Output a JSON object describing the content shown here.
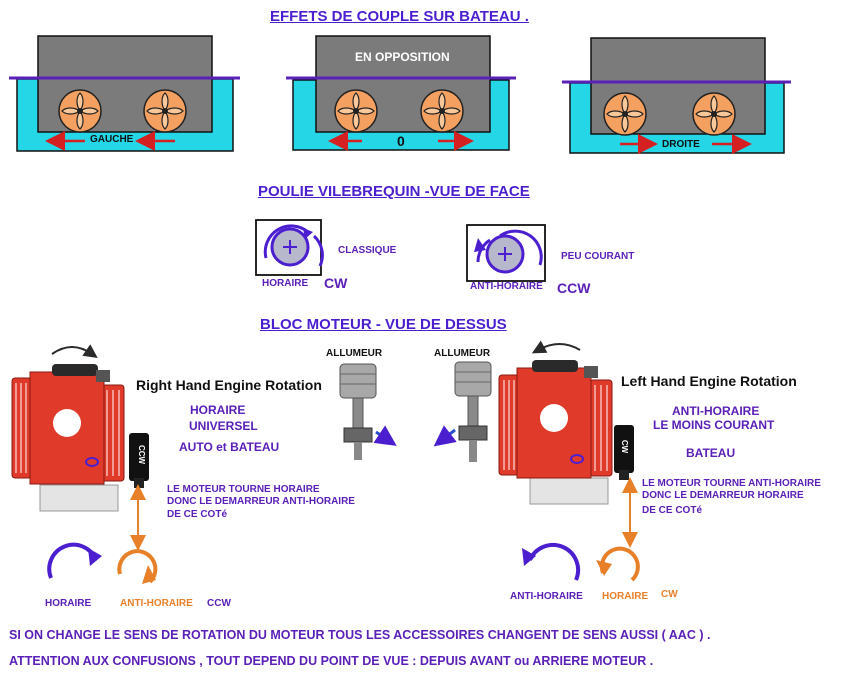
{
  "headings": {
    "couple": "EFFETS DE COUPLE SUR BATEAU .",
    "poulie": "POULIE VILEBREQUIN -VUE DE FACE",
    "bloc": "BLOC MOTEUR - VUE DE DESSUS"
  },
  "boats": {
    "left_label": "GAUCHE",
    "middle_top": "EN OPPOSITION",
    "middle_label": "0",
    "right_label": "DROITE"
  },
  "pulleys": {
    "left_note": "CLASSIQUE",
    "left_dir": "HORAIRE",
    "left_code": "CW",
    "right_note": "PEU COURANT",
    "right_dir": "ANTI-HORAIRE",
    "right_code": "CCW"
  },
  "engines": {
    "left_title": "Right Hand Engine Rotation",
    "left_lines": [
      "HORAIRE",
      "UNIVERSEL",
      "AUTO et BATEAU"
    ],
    "left_note": [
      "LE MOTEUR TOURNE HORAIRE",
      "DONC LE DEMARREUR ANTI-HORAIRE",
      "DE CE COTé"
    ],
    "left_starter": "CCW",
    "right_title": "Left Hand Engine Rotation",
    "right_lines": [
      "ANTI-HORAIRE",
      "LE MOINS COURANT",
      "BATEAU"
    ],
    "right_note": [
      "LE MOTEUR TOURNE ANTI-HORAIRE",
      "DONC LE DEMARREUR HORAIRE",
      "DE CE COTé"
    ],
    "right_starter": "CW",
    "distributor_label": "ALLUMEUR"
  },
  "rotation_labels": {
    "left_engine": "HORAIRE",
    "left_starter": "ANTI-HORAIRE",
    "left_code": "CCW",
    "right_engine": "ANTI-HORAIRE",
    "right_starter": "HORAIRE",
    "right_code": "CW"
  },
  "footer": {
    "line1": "SI ON CHANGE LE SENS DE ROTATION DU MOTEUR TOUS LES ACCESSOIRES CHANGENT DE SENS AUSSI ( AAC ) .",
    "line2": "ATTENTION AUX CONFUSIONS , TOUT DEPEND DU POINT DE VUE : DEPUIS AVANT ou ARRIERE MOTEUR ."
  },
  "colors": {
    "water": "#24d6e6",
    "hull": "#7b7b7b",
    "accent_blue": "#4b1fd0",
    "orange": "#e8802a",
    "engine_red": "#e03a2a",
    "arrow_red": "#d42020"
  },
  "icons": [
    "propeller-icon",
    "rotation-arrow-icon",
    "pulley-icon",
    "engine-block-icon",
    "distributor-icon",
    "starter-icon"
  ]
}
